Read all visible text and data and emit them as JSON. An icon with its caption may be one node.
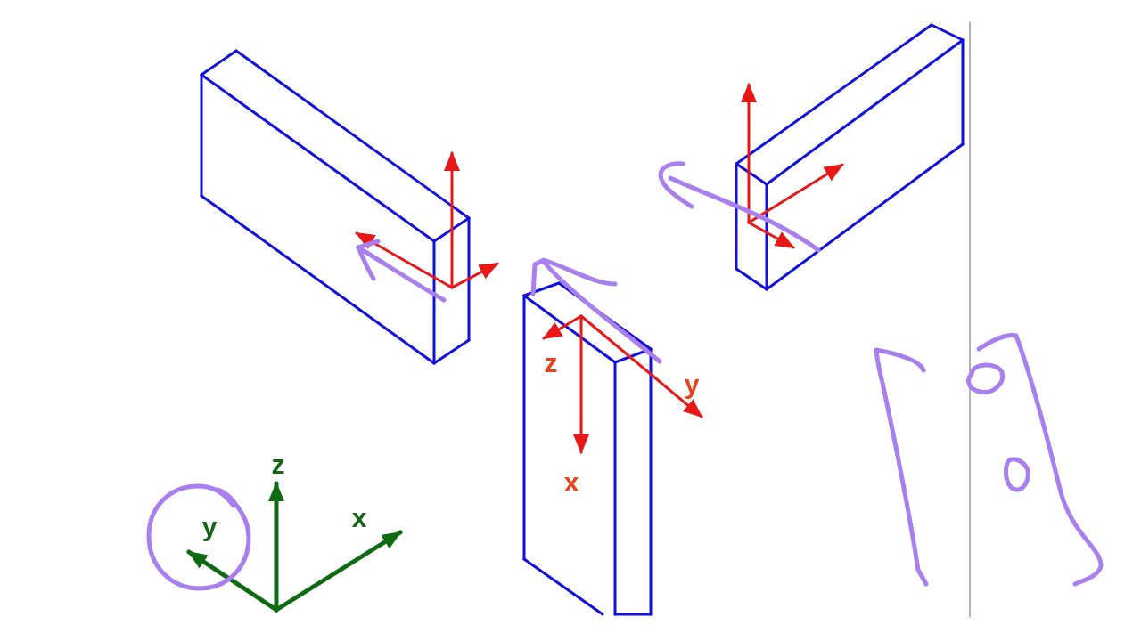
{
  "diagram": {
    "labels": [
      "z",
      "y",
      "z",
      "x",
      "x",
      "y"
    ]
  }
}
